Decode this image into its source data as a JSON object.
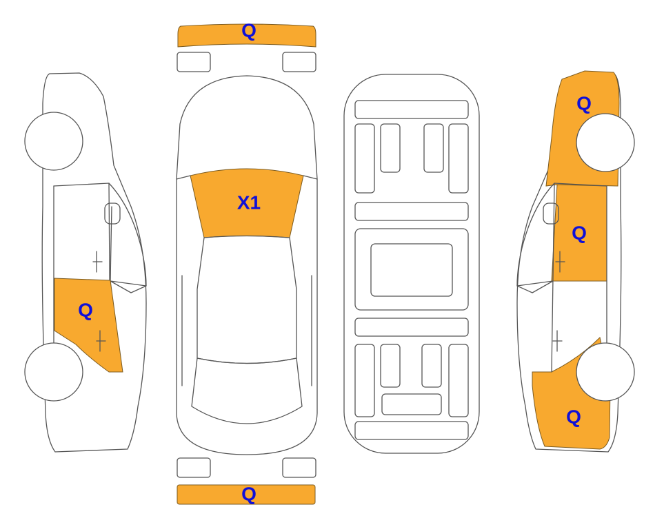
{
  "colors": {
    "damage_fill": "#F8A92F",
    "code_text": "#1010D8",
    "outline": "#555555",
    "background": "#FFFFFF"
  },
  "damage_codes": {
    "front_bumper": "Q",
    "windshield": "X1",
    "rear_bumper": "Q",
    "left_rear_door": "Q",
    "right_rear_quarter": "Q",
    "right_rear_door": "Q",
    "right_front_fender": "Q"
  }
}
